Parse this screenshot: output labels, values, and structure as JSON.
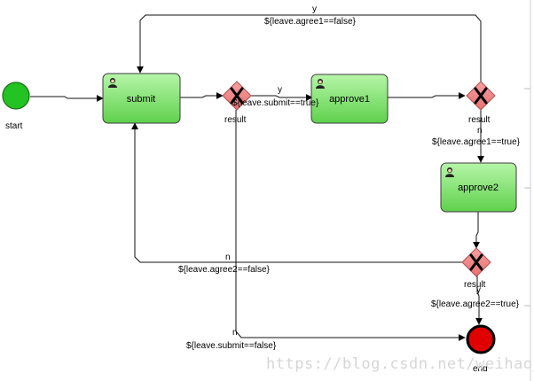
{
  "nodes": {
    "start": {
      "label": "start"
    },
    "end": {
      "label": "end"
    },
    "submit": {
      "label": "submit"
    },
    "approve1": {
      "label": "approve1"
    },
    "approve2": {
      "label": "approve2"
    },
    "gateway1": {
      "label": "result"
    },
    "gateway2": {
      "label": "result"
    },
    "gateway3": {
      "label": "result"
    }
  },
  "edges": {
    "g1_to_approve1": {
      "name": "y",
      "condition": "${leave.submit==true}"
    },
    "g1_to_end": {
      "name": "n",
      "condition": "${leave.submit==false}"
    },
    "g2_to_submit": {
      "name": "y",
      "condition": "${leave.agree1==false}"
    },
    "g2_to_approve2": {
      "name": "n",
      "condition": "${leave.agree1==true}"
    },
    "g3_to_submit": {
      "name": "n",
      "condition": "${leave.agree2==false}"
    },
    "g3_to_end": {
      "name": "y",
      "condition": "${leave.agree2==true}"
    }
  },
  "watermark": "https://blog.csdn.net/weihao_",
  "colors": {
    "start_fill": "#22c322",
    "end_fill": "#e00000",
    "task_fill_top": "#b6f5a8",
    "task_fill_bottom": "#5fd14c",
    "task_stroke": "#3b3b3b",
    "gateway_fill": "#f08a8a",
    "gateway_stroke": "#b05050"
  },
  "icons": {
    "task": "user-icon",
    "gateway": "exclusive-x-icon"
  }
}
